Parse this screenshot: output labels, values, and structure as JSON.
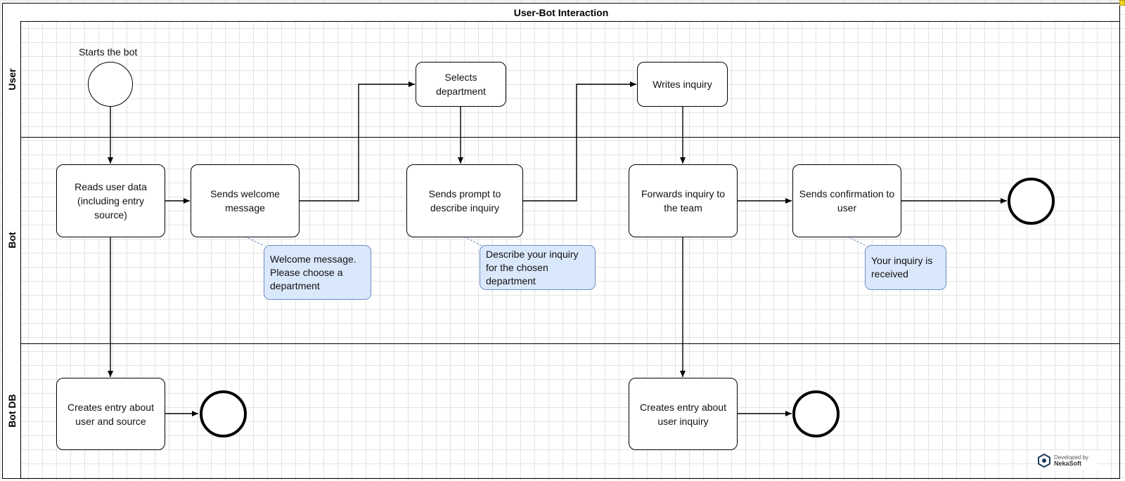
{
  "diagram": {
    "title": "User-Bot Interaction",
    "lanes": {
      "user": "User",
      "bot": "Bot",
      "bot_db": "Bot DB"
    },
    "start_event_label": "Starts the bot",
    "tasks": {
      "reads_user_data": "Reads user data (including entry source)",
      "sends_welcome": "Sends welcome message",
      "selects_department": "Selects department",
      "sends_prompt": "Sends prompt to describe inquiry",
      "writes_inquiry": "Writes inquiry",
      "forwards_inquiry": "Forwards inquiry to the team",
      "sends_confirmation": "Sends confirmation to user",
      "creates_entry_source": "Creates entry about user and source",
      "creates_entry_inquiry": "Creates entry about user inquiry"
    },
    "notes": {
      "welcome": "Welcome message. Please choose a department",
      "describe": "Describe your inquiry for the chosen department",
      "received": "Your inquiry is received"
    },
    "colors": {
      "note_fill": "#dae8fc",
      "note_border": "#6c8ebf",
      "grid": "#e3e3e3",
      "line": "#000000"
    }
  },
  "watermark": {
    "line1": "Developed by",
    "brand": "NekaSoft"
  }
}
